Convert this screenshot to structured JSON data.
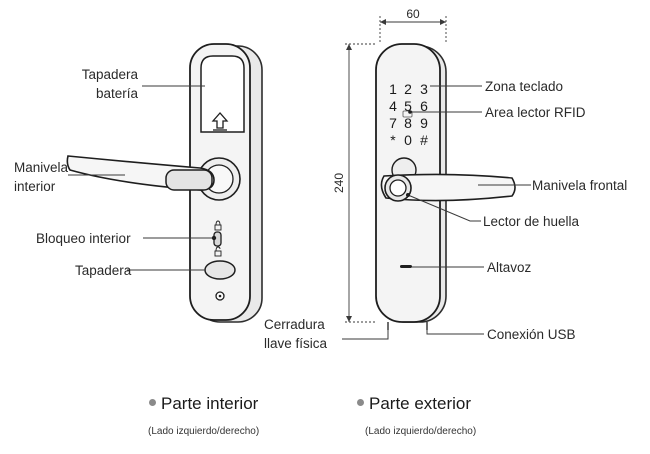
{
  "labels": {
    "battery_cover": [
      "Tapadera",
      "batería"
    ],
    "inner_handle": [
      "Manivela",
      "interior"
    ],
    "inner_lock": "Bloqueo interior",
    "cover": "Tapadera",
    "keypad_zone": "Zona teclado",
    "rfid_area": "Area lector RFID",
    "front_handle": "Manivela frontal",
    "fingerprint": "Lector de huella",
    "speaker": "Altavoz",
    "key_lock": [
      "Cerradura",
      "llave física"
    ],
    "usb": "Conexión USB"
  },
  "dimensions": {
    "width": "60",
    "height": "240"
  },
  "keypad": [
    "1",
    "2",
    "3",
    "4",
    "5",
    "6",
    "7",
    "8",
    "9",
    "*",
    "0",
    "#"
  ],
  "captions": {
    "interior": {
      "title": "Parte interior",
      "subtitle": "(Lado izquierdo/derecho)"
    },
    "exterior": {
      "title": "Parte exterior",
      "subtitle": "(Lado izquierdo/derecho)"
    }
  }
}
